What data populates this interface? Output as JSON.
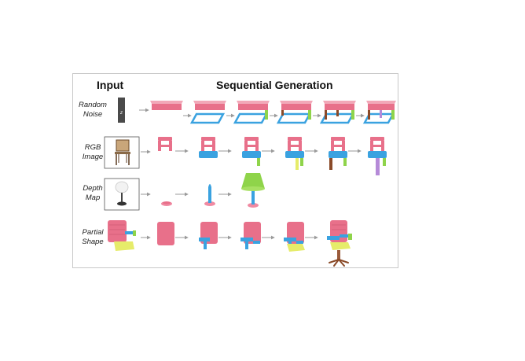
{
  "headers": {
    "input": "Input",
    "generation": "Sequential Generation"
  },
  "rows": [
    {
      "label_lines": [
        "Random",
        "Noise"
      ],
      "input_text": "z"
    },
    {
      "label_lines": [
        "RGB",
        "Image"
      ]
    },
    {
      "label_lines": [
        "Depth",
        "Map"
      ]
    },
    {
      "label_lines": [
        "Partial",
        "Shape"
      ]
    }
  ],
  "colors": {
    "pink": "#e8708a",
    "blue": "#3aa2e0",
    "green": "#8fd44a",
    "yellow": "#e6ec6a",
    "purple": "#b58ad8",
    "brown": "#8a4a28",
    "arrow": "#9a9a9a",
    "frame": "#c8c8c8"
  }
}
